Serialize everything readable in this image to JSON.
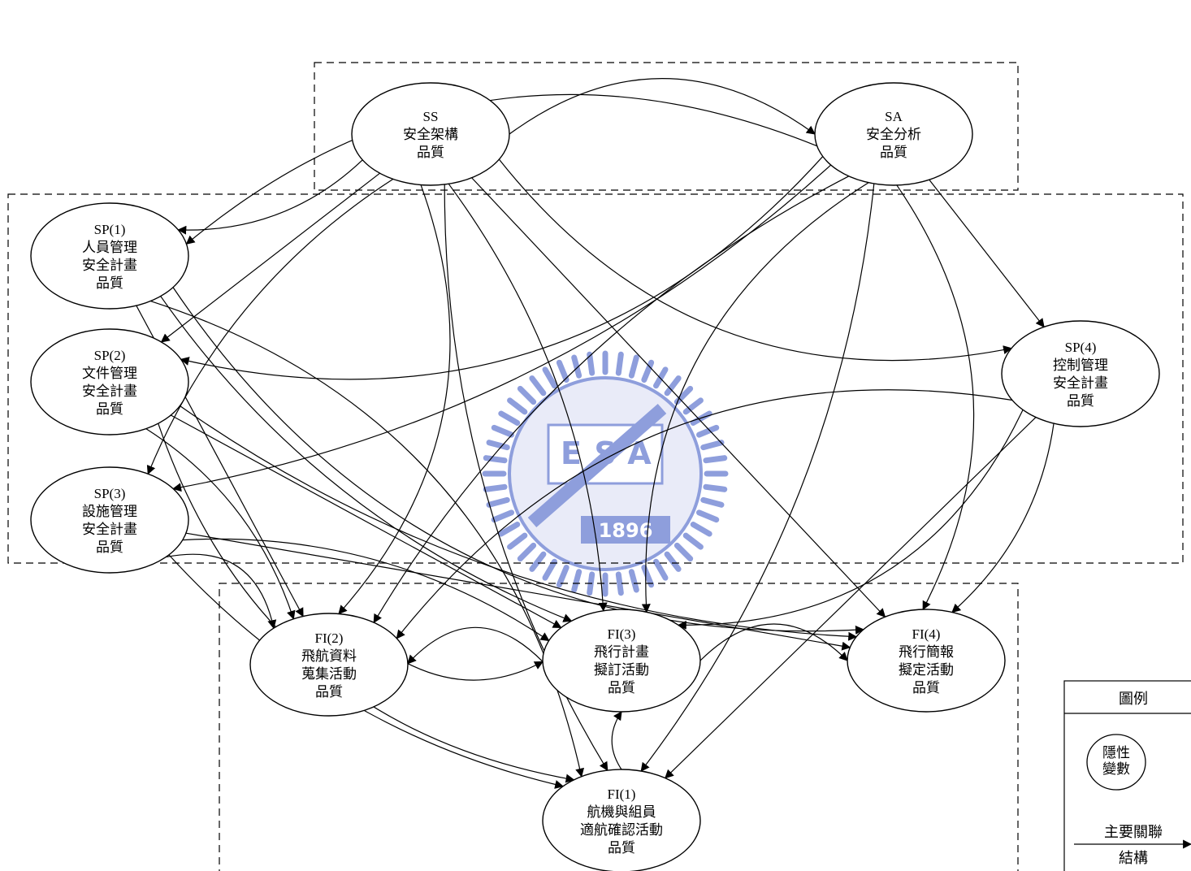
{
  "groups": [
    {
      "id": "S",
      "label": ""
    },
    {
      "id": "SP",
      "label": ""
    },
    {
      "id": "FI",
      "label": ""
    }
  ],
  "nodes": [
    {
      "id": "SS",
      "lines": [
        "SS",
        "安全架構",
        "品質"
      ]
    },
    {
      "id": "SA",
      "lines": [
        "SA",
        "安全分析",
        "品質"
      ]
    },
    {
      "id": "SP1",
      "lines": [
        "SP(1)",
        "人員管理",
        "安全計畫",
        "品質"
      ]
    },
    {
      "id": "SP2",
      "lines": [
        "SP(2)",
        "文件管理",
        "安全計畫",
        "品質"
      ]
    },
    {
      "id": "SP3",
      "lines": [
        "SP(3)",
        "設施管理",
        "安全計畫",
        "品質"
      ]
    },
    {
      "id": "SP4",
      "lines": [
        "SP(4)",
        "控制管理",
        "安全計畫",
        "品質"
      ]
    },
    {
      "id": "FI2",
      "lines": [
        "FI(2)",
        "飛航資料",
        "蒐集活動",
        "品質"
      ]
    },
    {
      "id": "FI3",
      "lines": [
        "FI(3)",
        "飛行計畫",
        "擬訂活動",
        "品質"
      ]
    },
    {
      "id": "FI4",
      "lines": [
        "FI(4)",
        "飛行簡報",
        "擬定活動",
        "品質"
      ]
    },
    {
      "id": "FI1",
      "lines": [
        "FI(1)",
        "航機與組員",
        "適航確認活動",
        "品質"
      ]
    }
  ],
  "edges": [
    [
      "SS",
      "SA"
    ],
    [
      "SS",
      "SP1"
    ],
    [
      "SS",
      "SP2"
    ],
    [
      "SS",
      "SP3"
    ],
    [
      "SS",
      "SP4"
    ],
    [
      "SS",
      "FI2"
    ],
    [
      "SS",
      "FI3"
    ],
    [
      "SS",
      "FI4"
    ],
    [
      "SS",
      "FI1"
    ],
    [
      "SA",
      "SP1"
    ],
    [
      "SA",
      "SP2"
    ],
    [
      "SA",
      "SP3"
    ],
    [
      "SA",
      "SP4"
    ],
    [
      "SA",
      "FI2"
    ],
    [
      "SA",
      "FI3"
    ],
    [
      "SA",
      "FI4"
    ],
    [
      "SA",
      "FI1"
    ],
    [
      "SP1",
      "FI2"
    ],
    [
      "SP1",
      "FI3"
    ],
    [
      "SP1",
      "FI4"
    ],
    [
      "SP1",
      "FI1"
    ],
    [
      "SP2",
      "FI2"
    ],
    [
      "SP2",
      "FI3"
    ],
    [
      "SP2",
      "FI4"
    ],
    [
      "SP2",
      "FI1"
    ],
    [
      "SP3",
      "FI2"
    ],
    [
      "SP3",
      "FI3"
    ],
    [
      "SP3",
      "FI4"
    ],
    [
      "SP3",
      "FI1"
    ],
    [
      "SP4",
      "FI2"
    ],
    [
      "SP4",
      "FI3"
    ],
    [
      "SP4",
      "FI4"
    ],
    [
      "SP4",
      "FI1"
    ],
    [
      "FI2",
      "FI3"
    ],
    [
      "FI3",
      "FI2"
    ],
    [
      "FI3",
      "FI4"
    ],
    [
      "FI1",
      "FI3"
    ]
  ],
  "legend": {
    "title": "圖例",
    "latent_lines": [
      "隱性",
      "變數"
    ],
    "relation_lines": [
      "主要關聯",
      "結構"
    ]
  },
  "watermark": {
    "year": "1896",
    "letters": [
      "E",
      "S",
      "A"
    ],
    "colors": {
      "main": "#7b8ed6",
      "light": "#c5cdee"
    }
  }
}
